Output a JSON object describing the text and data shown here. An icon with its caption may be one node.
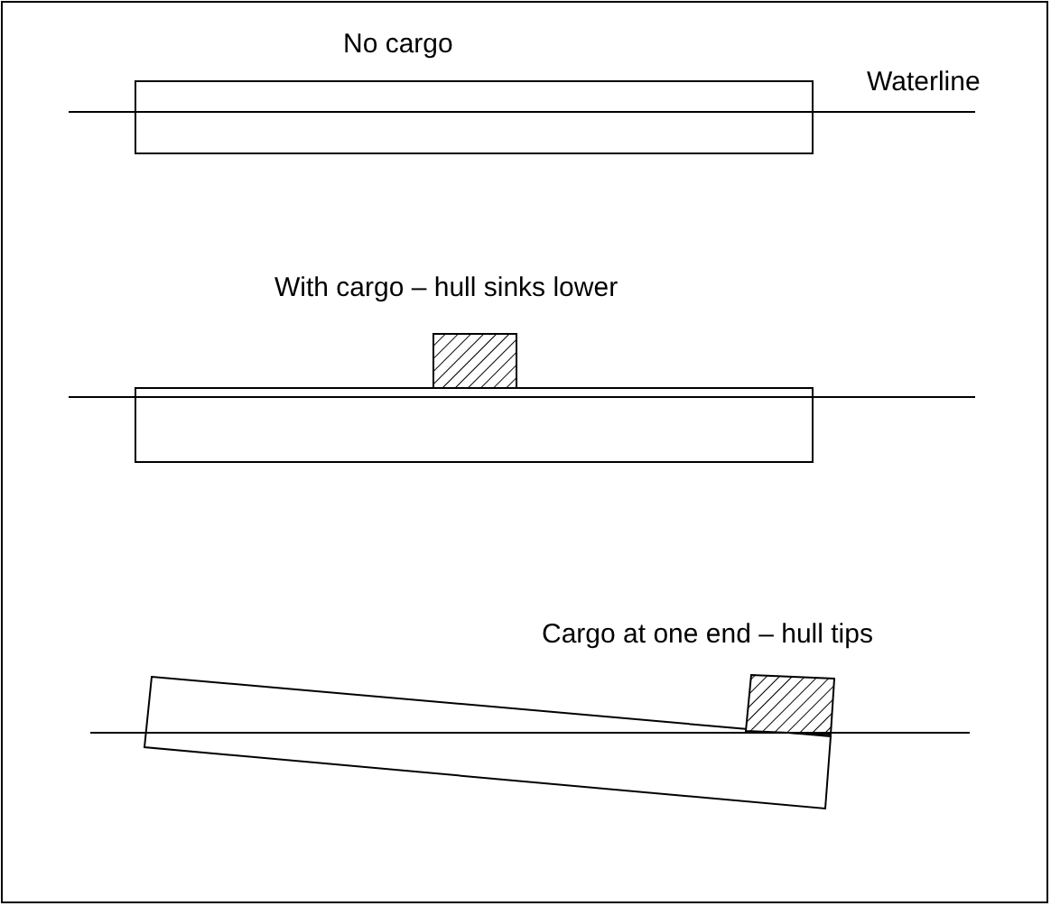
{
  "diagram": {
    "labels": [
      "No cargo",
      "Waterline",
      "With cargo – hull sinks lower",
      "Cargo at one end – hull tips"
    ]
  }
}
